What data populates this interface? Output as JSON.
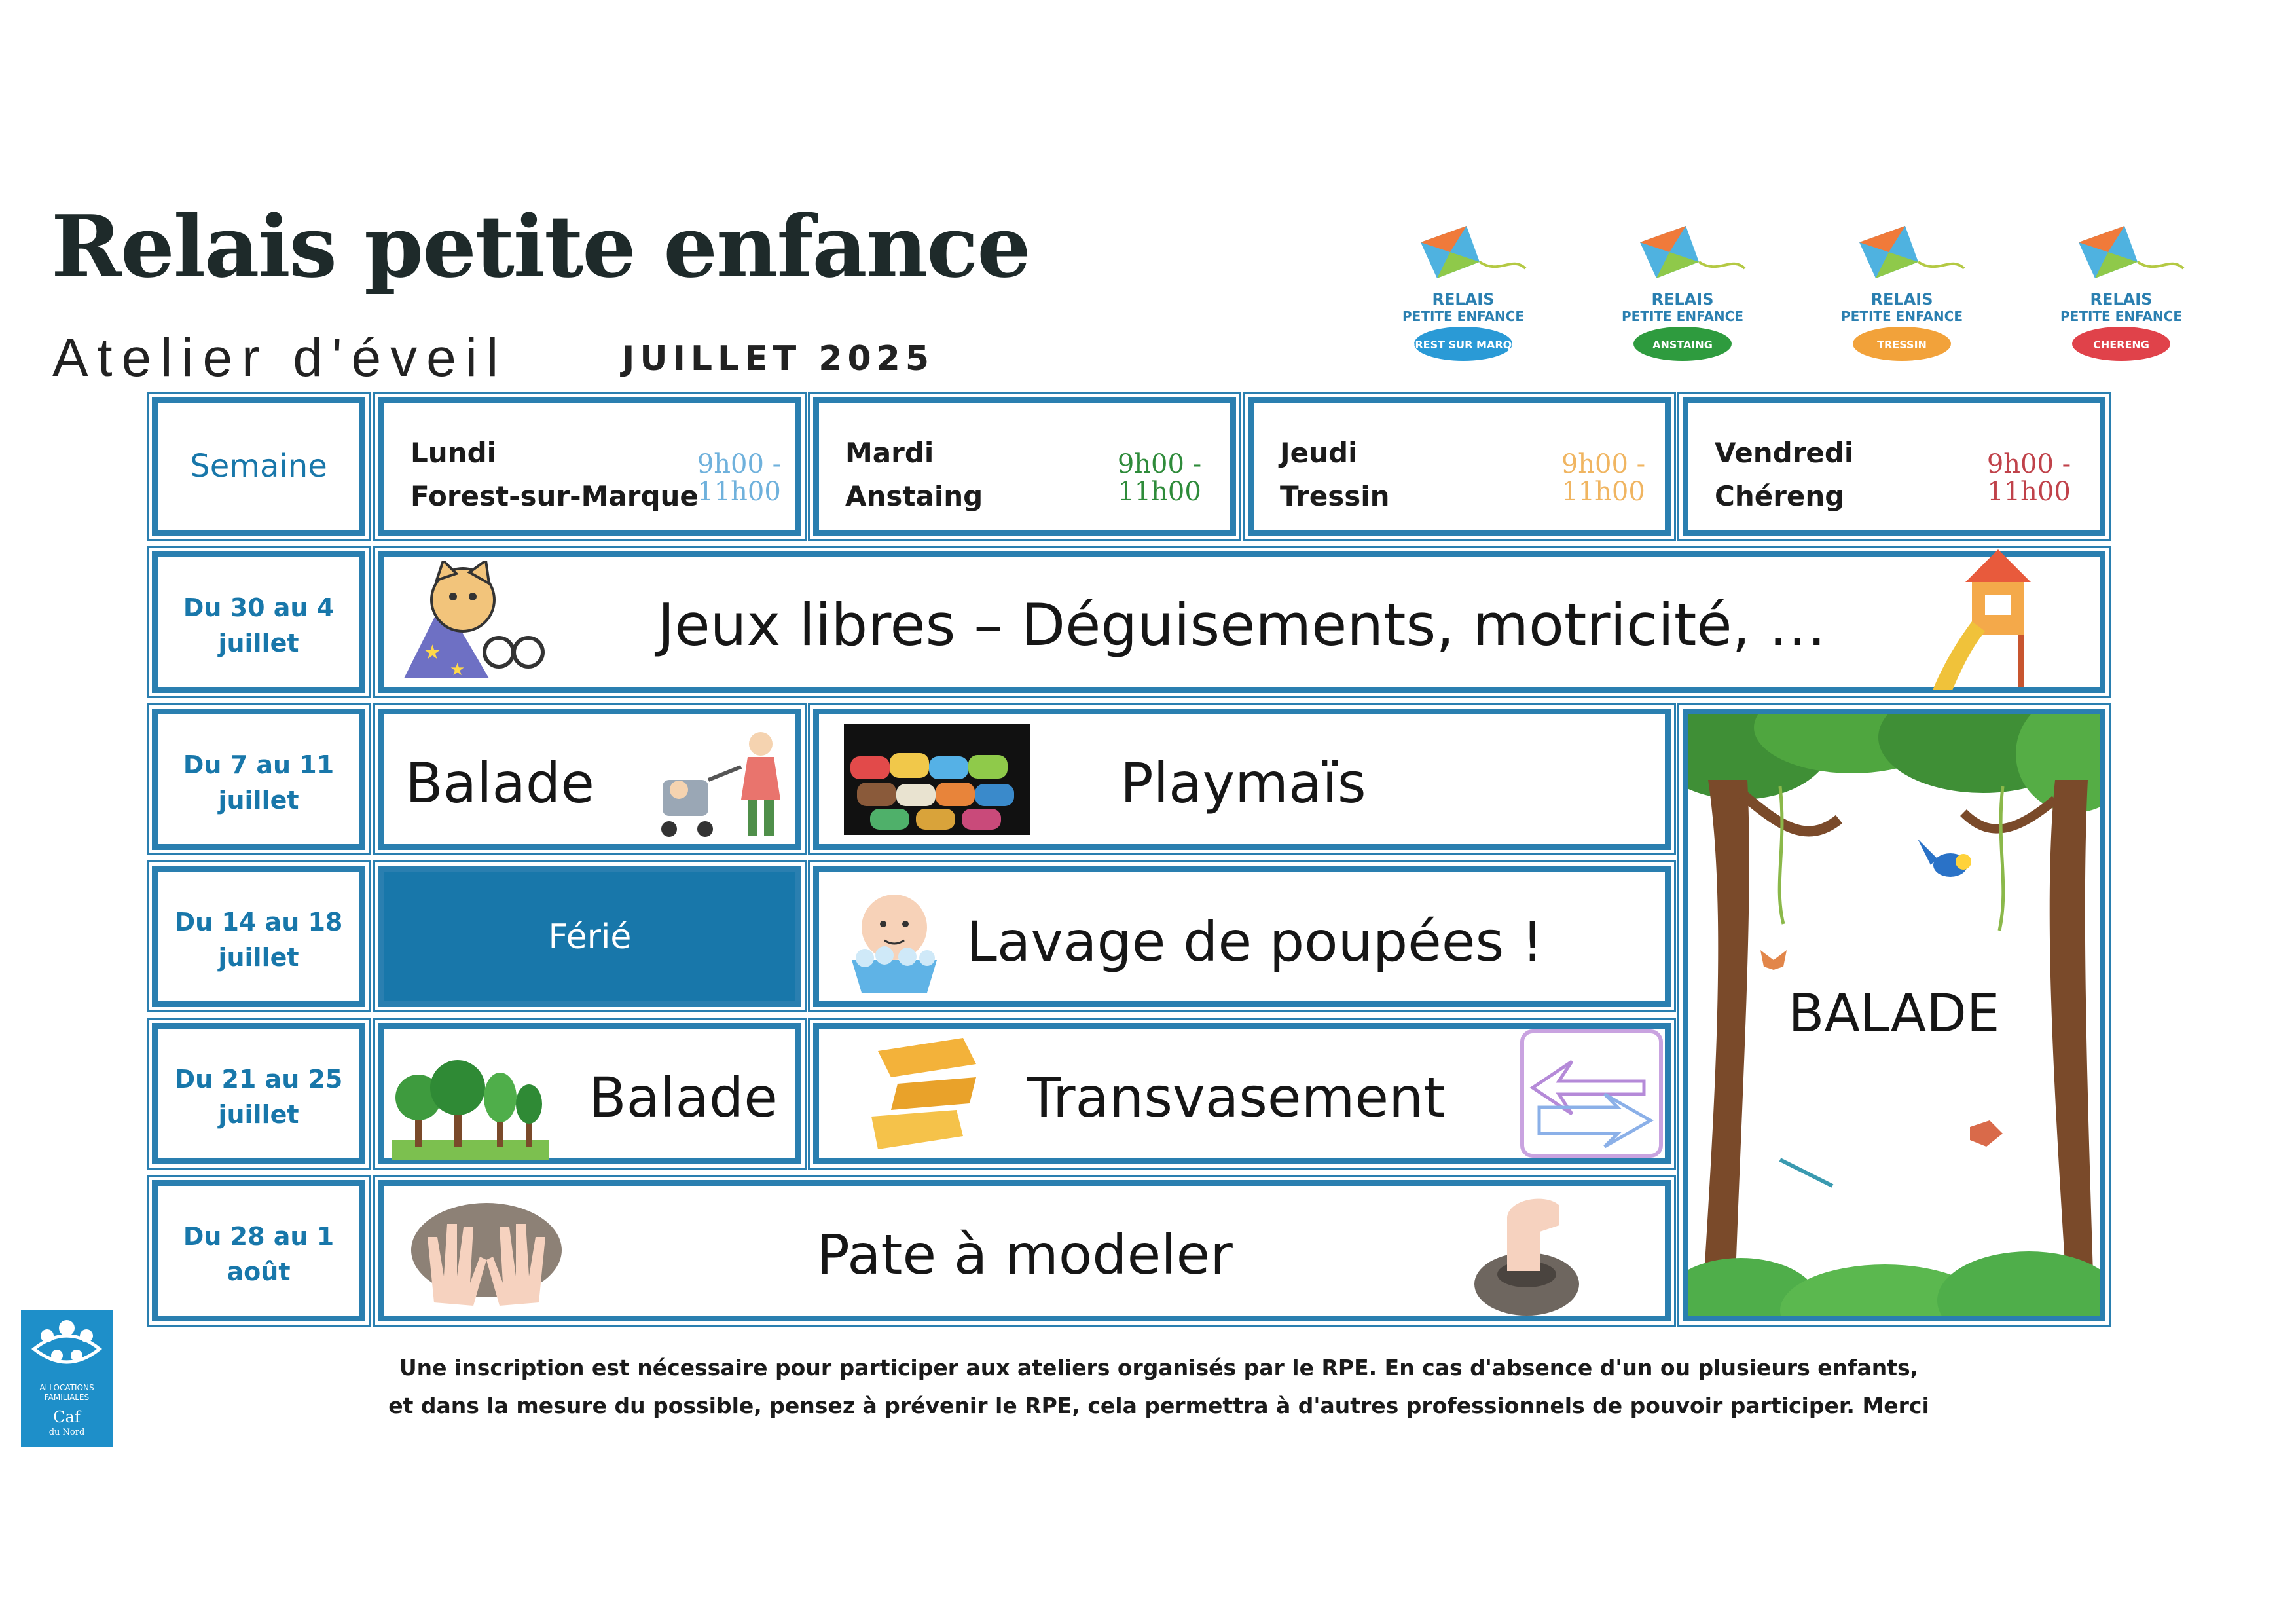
{
  "header": {
    "title": "Relais petite enfance",
    "subtitle": "Atelier d'éveil",
    "month": "JUILLET 2025"
  },
  "logos": [
    {
      "line1": "RELAIS",
      "line2": "PETITE ENFANCE",
      "place": "FOREST SUR MARQUE",
      "color": "#2a9ad6",
      "icon": "kite-icon"
    },
    {
      "line1": "RELAIS",
      "line2": "PETITE ENFANCE",
      "place": "ANSTAING",
      "color": "#2e9b3e",
      "icon": "kite-icon"
    },
    {
      "line1": "RELAIS",
      "line2": "PETITE ENFANCE",
      "place": "TRESSIN",
      "color": "#f2a23a",
      "icon": "kite-icon"
    },
    {
      "line1": "RELAIS",
      "line2": "PETITE ENFANCE",
      "place": "CHERENG",
      "color": "#e0424a",
      "icon": "kite-icon"
    }
  ],
  "table": {
    "week_header": "Semaine",
    "days": [
      {
        "name": "Lundi",
        "place": "Forest-sur-Marque",
        "time_start": "9h00 -",
        "time_end": "11h00",
        "color": "#6fb1dc"
      },
      {
        "name": "Mardi",
        "place": "Anstaing",
        "time_start": "9h00 -",
        "time_end": "11h00",
        "color": "#2e8b3a"
      },
      {
        "name": "Jeudi",
        "place": "Tressin",
        "time_start": "9h00 -",
        "time_end": "11h00",
        "color": "#f0b561"
      },
      {
        "name": "Vendredi",
        "place": "Chéreng",
        "time_start": "9h00 -",
        "time_end": "11h00",
        "color": "#c0424a"
      }
    ],
    "weeks": [
      {
        "line1": "Du 30 au 4",
        "line2": "juillet"
      },
      {
        "line1": "Du 7 au 11",
        "line2": "juillet"
      },
      {
        "line1": "Du 14 au 18",
        "line2": "juillet"
      },
      {
        "line1": "Du 21 au 25",
        "line2": "juillet"
      },
      {
        "line1": "Du 28 au 1",
        "line2": "août"
      }
    ],
    "activities": {
      "w1_all": "Jeux libres – Déguisements, motricité, …",
      "w2_lundi": "Balade",
      "w2_mardi_jeudi": "Playmaïs",
      "w3_lundi": "Férié",
      "w3_mardi_jeudi": "Lavage de poupées !",
      "w4_lundi": "Balade",
      "w4_mardi_jeudi": "Transvasement",
      "w5_all": "Pate à modeler",
      "vendredi_w2_w5": "BALADE"
    }
  },
  "footer": {
    "line1": "Une inscription est nécessaire pour participer aux ateliers organisés par le RPE. En cas d'absence d'un ou plusieurs enfants,",
    "line2": "et dans la mesure du possible, pensez à prévenir le RPE, cela permettra à d'autres professionnels de pouvoir participer. Merci"
  },
  "caf_logo": {
    "line1": "ALLOCATIONS",
    "line2": "FAMILIALES",
    "name": "Caf",
    "region": "du Nord",
    "color": "#1e8fc9"
  },
  "colors": {
    "border": "#2a7fb0",
    "week_text": "#1877aa",
    "holiday_bg": "#1877aa"
  }
}
